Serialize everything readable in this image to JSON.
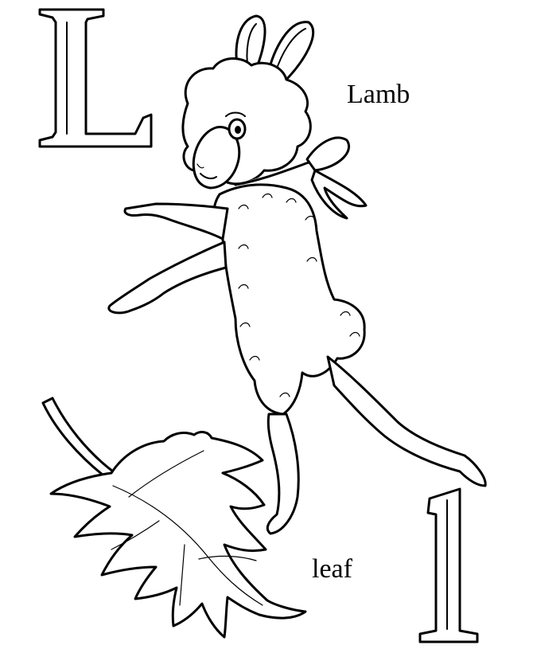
{
  "coloring_page": {
    "letter_upper": "L",
    "letter_lower": "l",
    "word_lamb": "Lamb",
    "word_leaf": "leaf",
    "ink_color": "#000000",
    "paper_color": "#ffffff"
  }
}
